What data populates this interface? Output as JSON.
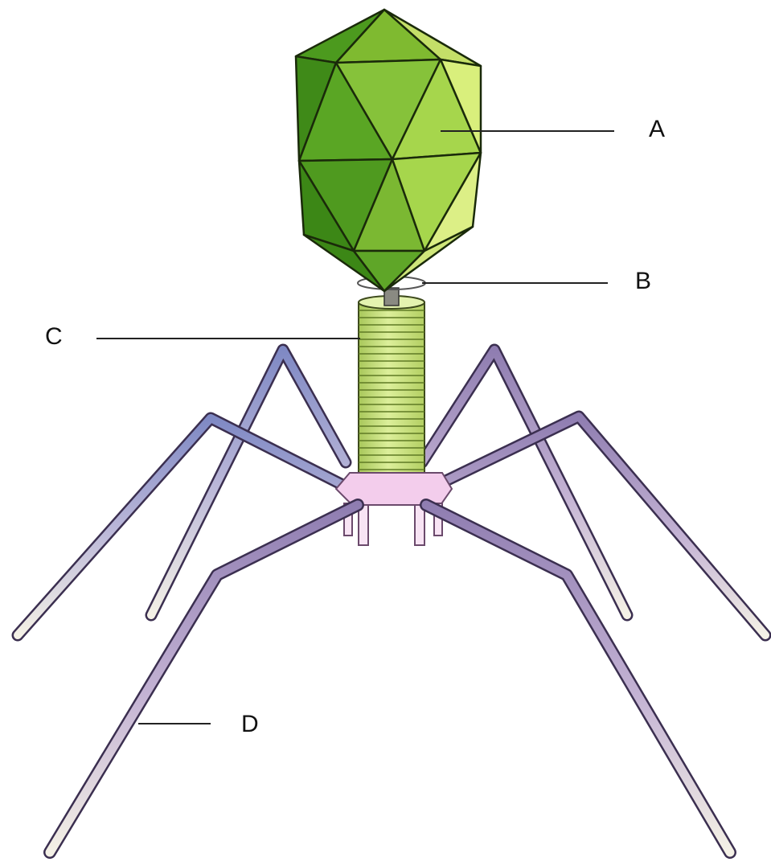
{
  "labels": {
    "a": "A",
    "b": "B",
    "c": "C",
    "d": "D"
  },
  "colors": {
    "head_light": "#d9ef7c",
    "head_mid": "#8fc232",
    "head_dark": "#4f9a1f",
    "sheath": "#c8e07a",
    "baseplate": "#f3cdec",
    "fiber": "#9a86b6",
    "line": "#222222"
  }
}
